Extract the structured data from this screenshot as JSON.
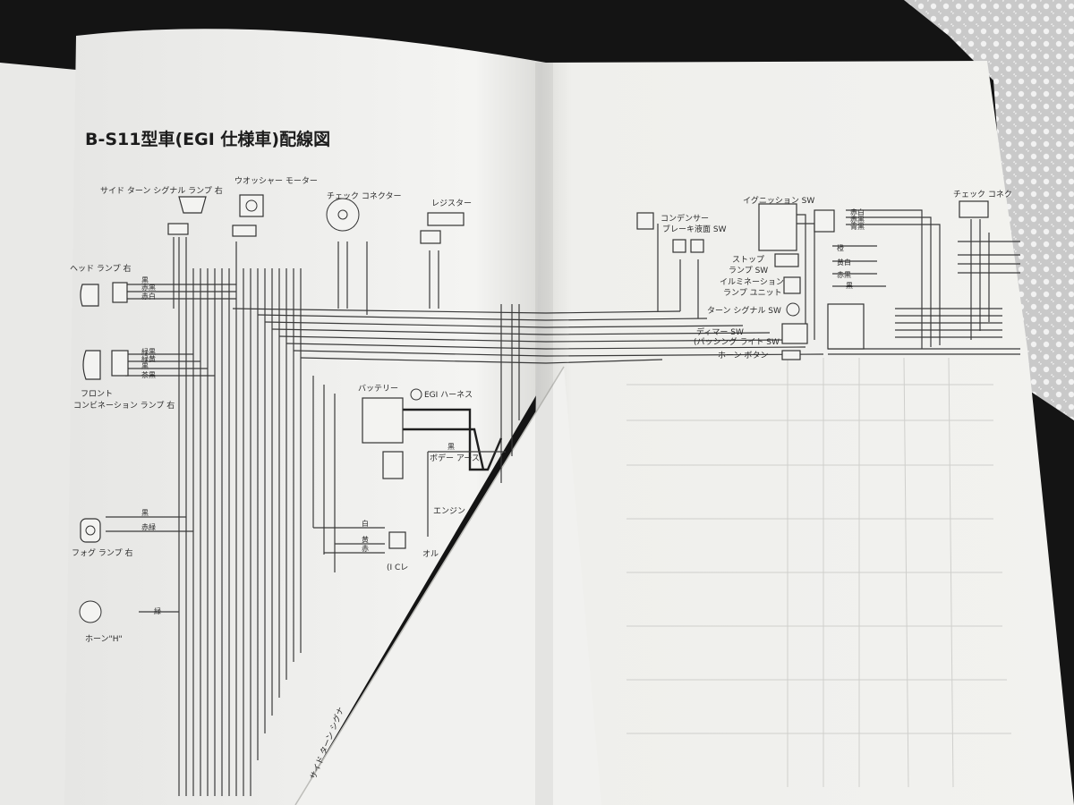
{
  "diagram": {
    "title": "B-S11型車(EGI 仕様車)配線図",
    "components_left": {
      "side_turn_right": "サイド ターン シグナル ランプ 右",
      "washer_motor": "ウオッシャー モーター",
      "check_connector": "チェック コネクター",
      "resistor": "レジスター",
      "head_lamp_right": "ヘッド ランプ 右",
      "front_combination": "フロント",
      "front_combination_2": "コンビネーション ランプ 右",
      "fog_lamp_right": "フォグ ランプ 右",
      "horn_h": "ホーン\"H\"",
      "battery": "バッテリー",
      "egi_harness": "EGI ハーネス",
      "body_earth": "ボデー アース",
      "engine": "エンジン",
      "alternator_partial": "オル",
      "ic_partial": "(I Cレ",
      "side_turn_rotated": "サイド ターン シグナ"
    },
    "components_right": {
      "condenser": "コンデンサー",
      "brake_fluid_sw": "ブレーキ液面 SW",
      "ignition_sw": "イグニッション SW",
      "check_connector_partial": "チェック コネク",
      "stop_lamp_sw_1": "ストップ",
      "stop_lamp_sw_2": "ランプ SW",
      "illumination_1": "イルミネーション",
      "illumination_2": "ランプ ユニット",
      "turn_signal_sw": "ターン シグナル SW",
      "dimmer_sw_1": "ディマー SW",
      "dimmer_sw_2": "(パッシング ライト SW",
      "horn_button": "ホーン ボタン"
    },
    "wire_colors": {
      "red_black": "赤黒",
      "red_white": "赤白",
      "green_black": "緑黒",
      "green_yellow": "緑黄",
      "black": "黒",
      "brown_black": "茶黒",
      "red_green": "赤緑",
      "green": "緑",
      "white": "白",
      "yellow": "黄",
      "red": "赤",
      "orange": "橙",
      "yellow_white": "黄白",
      "blue_black": "青黒"
    }
  }
}
